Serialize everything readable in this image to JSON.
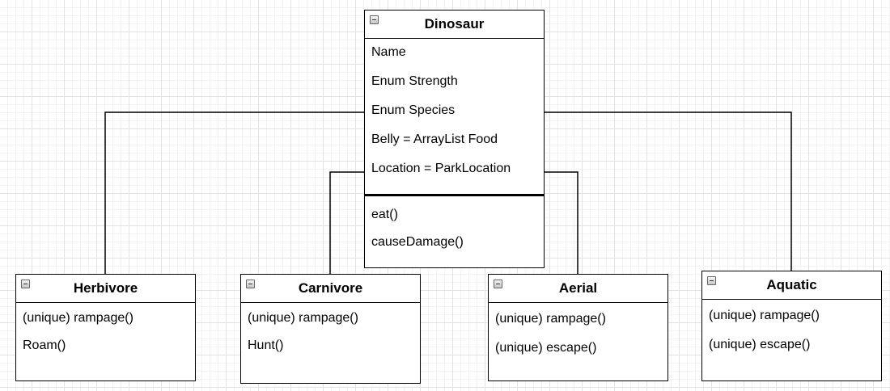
{
  "diagram": {
    "parent": {
      "title": "Dinosaur",
      "attributes": [
        "Name",
        "Enum Strength",
        "Enum Species",
        "Belly = ArrayList Food",
        "Location = ParkLocation"
      ],
      "methods": [
        "eat()",
        "causeDamage()"
      ]
    },
    "children": [
      {
        "title": "Herbivore",
        "members": [
          "(unique) rampage()",
          "Roam()"
        ]
      },
      {
        "title": "Carnivore",
        "members": [
          "(unique) rampage()",
          "Hunt()"
        ]
      },
      {
        "title": "Aerial",
        "members": [
          "(unique) rampage()",
          "(unique) escape()"
        ]
      },
      {
        "title": "Aquatic",
        "members": [
          "(unique) rampage()",
          "(unique) escape()"
        ]
      }
    ],
    "colors": {
      "line": "#000000",
      "grid": "#e3e3e3",
      "background": "#ffffff"
    }
  }
}
